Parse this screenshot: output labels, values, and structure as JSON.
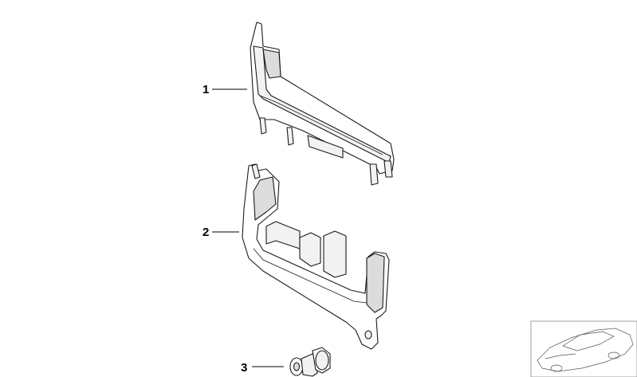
{
  "callouts": {
    "part1": "1",
    "part2": "2",
    "part3": "3"
  },
  "colors": {
    "line": "#1a1a1a",
    "fill": "#f2f2f2",
    "background": "#ffffff"
  }
}
